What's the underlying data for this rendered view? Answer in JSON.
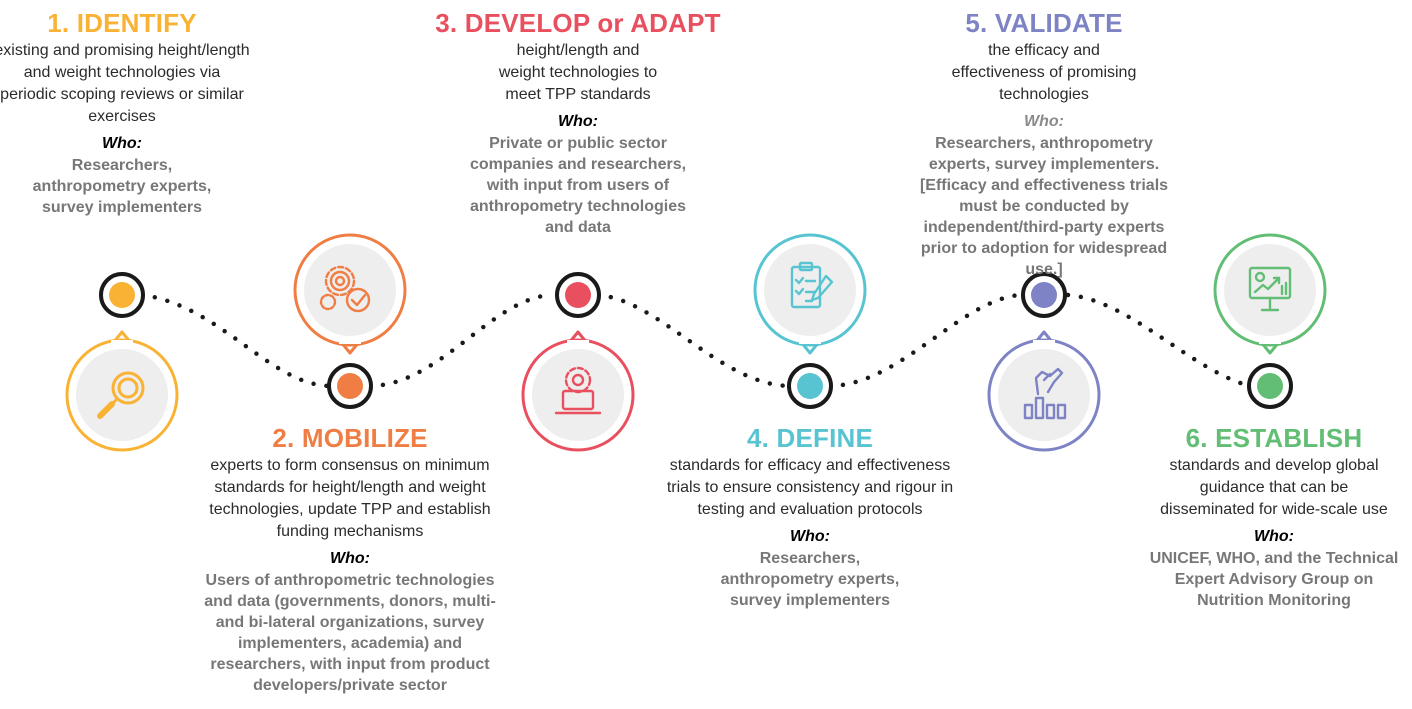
{
  "colors": {
    "identify": "#f9b233",
    "mobilize": "#f07d43",
    "develop": "#e9505f",
    "define": "#58c4d1",
    "validate": "#7d83c4",
    "establish": "#62be74"
  },
  "steps": [
    {
      "title": "1. IDENTIFY",
      "desc": "existing and promising height/length and weight technologies via periodic scoping reviews or similar exercises",
      "who_label": "Who:",
      "who": "Researchers, anthropometry experts, survey implementers",
      "icon": "magnifying-glass-icon"
    },
    {
      "title": "2. MOBILIZE",
      "desc": "experts to form consensus on minimum standards for height/length and weight technologies, update TPP and establish funding mechanisms",
      "who_label": "Who:",
      "who": "Users of anthropometric technologies and data (governments, donors, multi- and bi-lateral organizations, survey implementers, academia) and researchers, with input from product developers/private sector",
      "icon": "gears-check-icon"
    },
    {
      "title": "3. DEVELOP or ADAPT",
      "desc": "height/length and weight technologies to meet TPP standards",
      "who_label": "Who:",
      "who": "Private or public sector companies and researchers, with input from users of anthropometry technologies and data",
      "icon": "gear-laptop-icon"
    },
    {
      "title": "4. DEFINE",
      "desc": "standards for efficacy and effectiveness trials to ensure consistency and rigour in testing and evaluation protocols",
      "who_label": "Who:",
      "who": "Researchers, anthropometry experts, survey implementers",
      "icon": "clipboard-checklist-icon"
    },
    {
      "title": "5. VALIDATE",
      "desc": "the efficacy and effectiveness of promising technologies",
      "who_label": "Who:",
      "who": "Researchers, anthropometry experts, survey implementers. [Efficacy and effectiveness trials must be conducted by independent/third-party experts prior to adoption for widespread use.]",
      "icon": "hand-bar-chart-icon"
    },
    {
      "title": "6. ESTABLISH",
      "desc": "standards and develop global guidance that can be disseminated for wide-scale use",
      "who_label": "Who:",
      "who": "UNICEF, WHO, and the Technical Expert Advisory Group on Nutrition Monitoring",
      "icon": "monitor-growth-chart-icon"
    }
  ]
}
